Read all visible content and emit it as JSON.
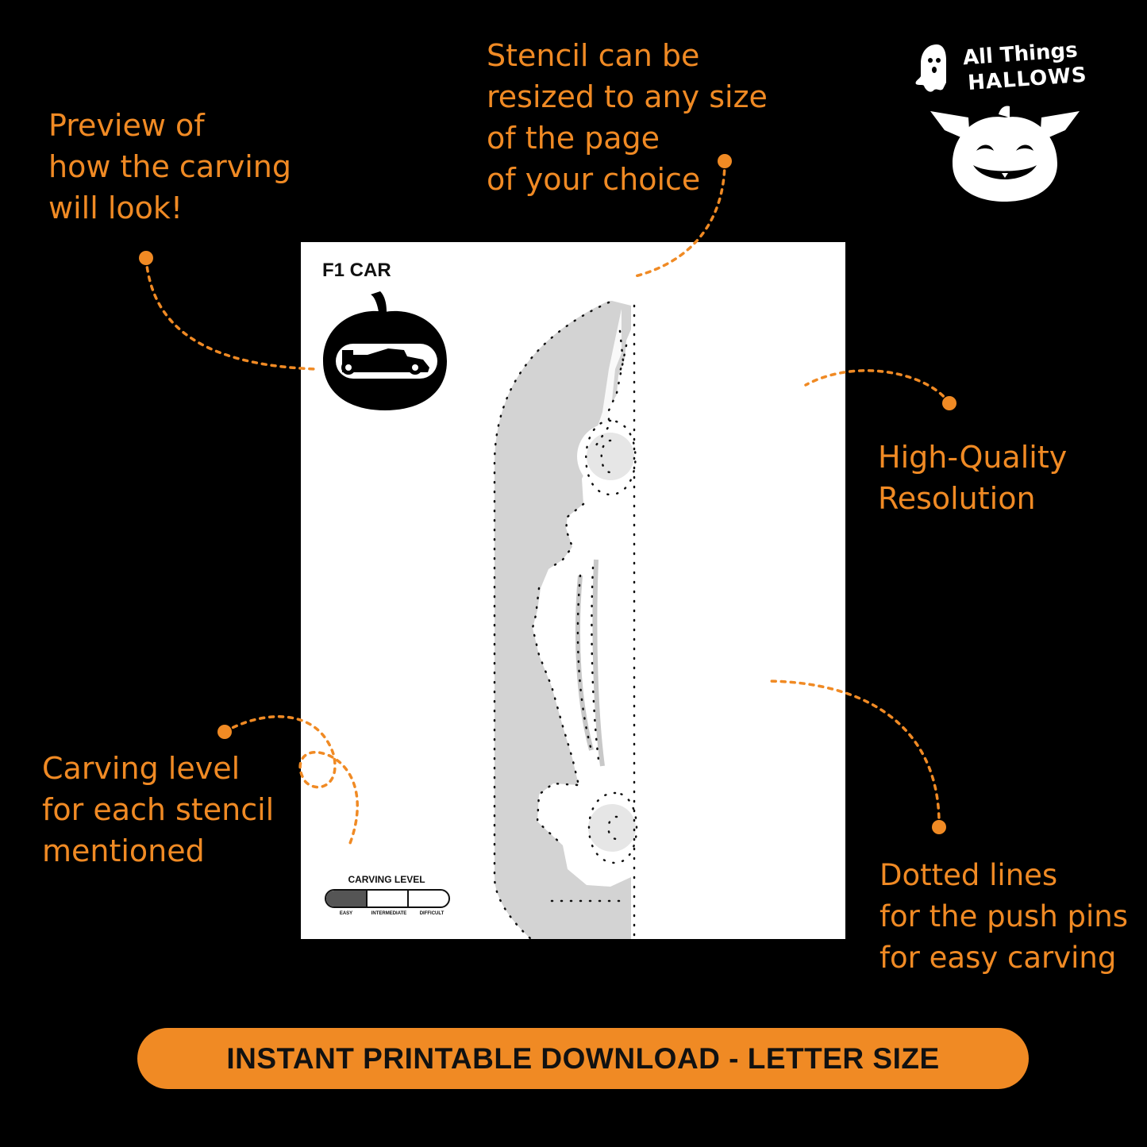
{
  "brand": {
    "name_line1": "All Things",
    "name_line2": "HALLOWS"
  },
  "callouts": {
    "preview": [
      "Preview of",
      "how the carving",
      "will look!"
    ],
    "resize": [
      "Stencil can be",
      "resized to any size",
      "of the page",
      "of your choice"
    ],
    "quality": [
      "High-Quality",
      "Resolution"
    ],
    "level": [
      "Carving level",
      "for each stencil",
      "mentioned"
    ],
    "dotted": [
      "Dotted lines",
      "for the push pins",
      "for easy carving"
    ]
  },
  "sheet": {
    "title": "F1 CAR",
    "carving_level": {
      "title": "CARVING LEVEL",
      "labels": [
        "EASY",
        "INTERMEDIATE",
        "DIFFICULT"
      ],
      "selected": "EASY"
    }
  },
  "cta": "INSTANT PRINTABLE DOWNLOAD - LETTER SIZE",
  "colors": {
    "background": "#000000",
    "accent": "#f08a24",
    "sheet": "#ffffff",
    "stencil": "#d3d3d3"
  },
  "icons": [
    "ghost-icon",
    "bat-pumpkin-icon",
    "pumpkin-preview-icon",
    "f1-car-icon"
  ]
}
